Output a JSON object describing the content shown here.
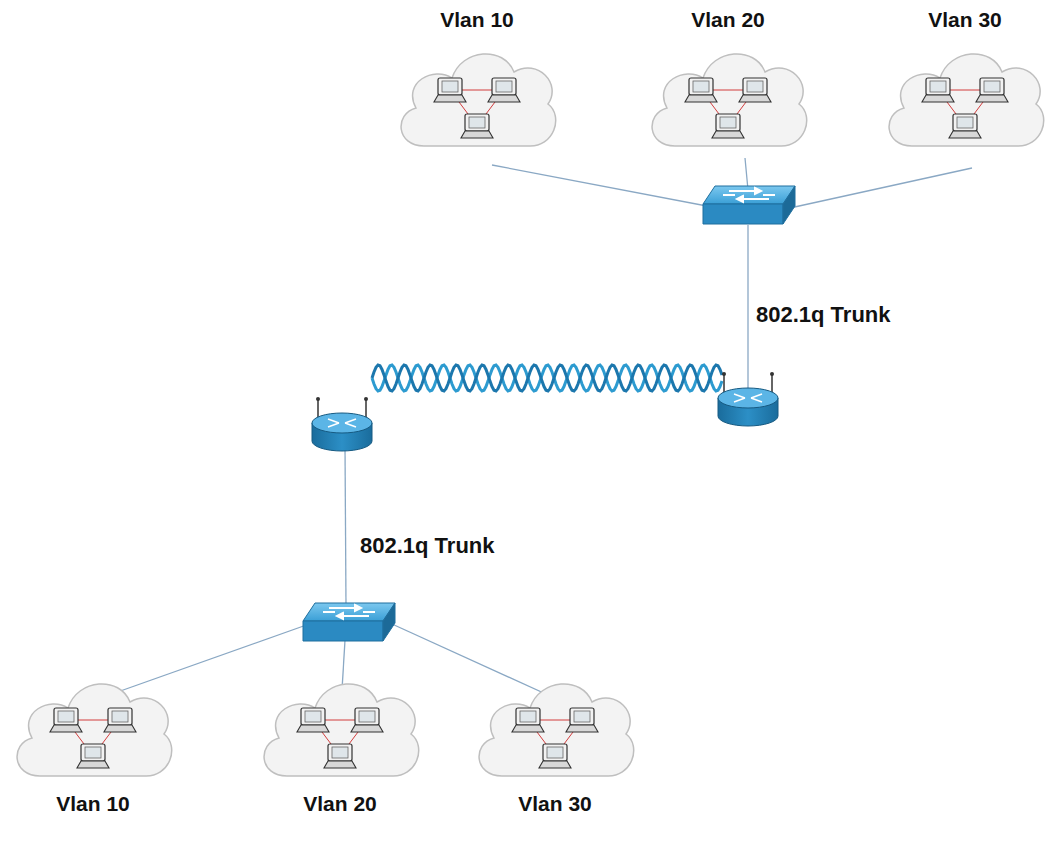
{
  "diagram": {
    "nodes": [
      {
        "text": [
          "Vlan 10"
        ]
      },
      {
        "text": [
          "Vlan 20"
        ]
      },
      {
        "text": [
          "Vlan 30"
        ]
      },
      {
        "text": [
          "Vlan 10"
        ]
      },
      {
        "text": [
          "Vlan 20"
        ]
      },
      {
        "text": [
          "Vlan 30"
        ]
      }
    ],
    "labels": [
      "802.1q Trunk",
      "802.1q Trunk"
    ]
  }
}
